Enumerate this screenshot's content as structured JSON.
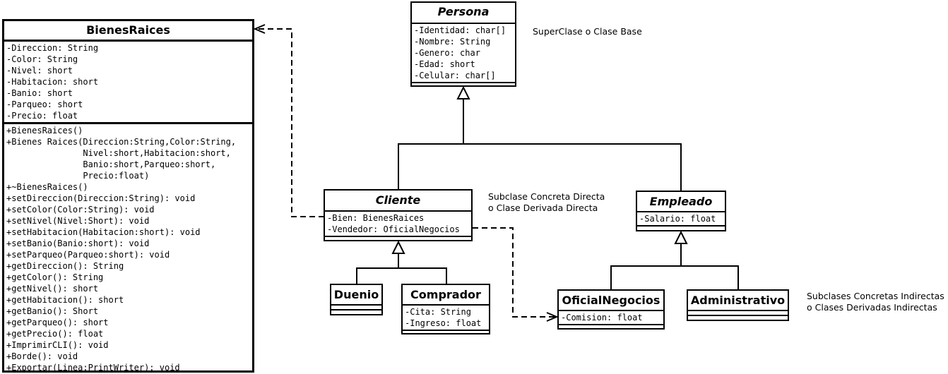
{
  "classes": {
    "bienes_raices": {
      "name": "BienesRaices",
      "attributes": [
        "-Direccion: String",
        "-Color: String",
        "-Nivel: short",
        "-Habitacion: short",
        "-Banio: short",
        "-Parqueo: short",
        "-Precio: float"
      ],
      "methods": [
        "+BienesRaices()",
        "+Bienes Raices(Direccion:String,Color:String,",
        "               Nivel:short,Habitacion:short,",
        "               Banio:short,Parqueo:short,",
        "               Precio:float)",
        "+~BienesRaices()",
        "+setDireccion(Direccion:String): void",
        "+setColor(Color:String): void",
        "+setNivel(Nivel:Short): void",
        "+setHabitacion(Habitacion:short): void",
        "+setBanio(Banio:short): void",
        "+setParqueo(Parqueo:short): void",
        "+getDireccion(): String",
        "+getColor(): String",
        "+getNivel(): short",
        "+getHabitacion(): short",
        "+getBanio(): Short",
        "+getParqueo(): short",
        "+getPrecio(): float",
        "+ImprimirCLI(): void",
        "+Borde(): void",
        "+Exportar(Linea:PrintWriter): void"
      ]
    },
    "persona": {
      "name": "Persona",
      "attributes": [
        "-Identidad: char[]",
        "-Nombre: String",
        "-Genero: char",
        "-Edad: short",
        "-Celular: char[]"
      ]
    },
    "cliente": {
      "name": "Cliente",
      "attributes": [
        "-Bien: BienesRaices",
        "-Vendedor: OficialNegocios"
      ]
    },
    "empleado": {
      "name": "Empleado",
      "attributes": [
        "-Salario: float"
      ]
    },
    "duenio": {
      "name": "Duenio"
    },
    "comprador": {
      "name": "Comprador",
      "attributes": [
        "-Cita: String",
        "-Ingreso: float"
      ]
    },
    "oficial_negocios": {
      "name": "OficialNegocios",
      "attributes": [
        "-Comision: float"
      ]
    },
    "administrativo": {
      "name": "Administrativo"
    }
  },
  "notes": {
    "superclase": "SuperClase o Clase Base",
    "subclase_directa_1": "Subclase Concreta Directa",
    "subclase_directa_2": "o Clase Derivada Directa",
    "subclases_indirectas_1": "Subclases Concretas Indirectas",
    "subclases_indirectas_2": "o Clases Derivadas Indirectas"
  }
}
